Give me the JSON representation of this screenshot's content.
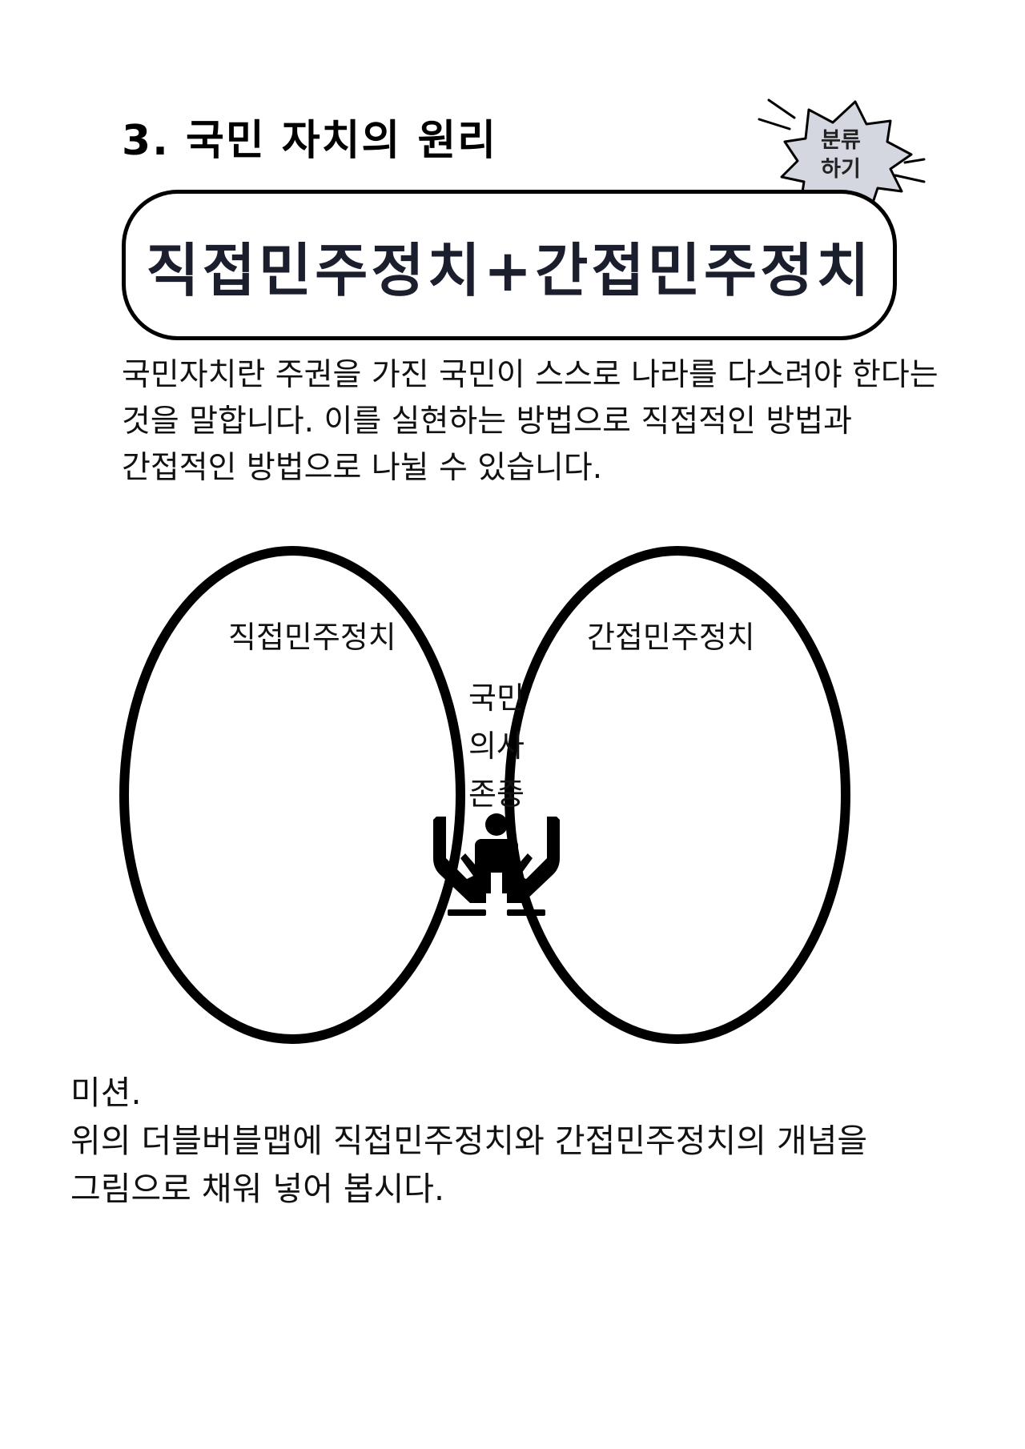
{
  "header": {
    "section_title": "3.  국민 자치의 원리",
    "badge_label": "분류\n하기"
  },
  "banner": {
    "text": "직접민주정치+간접민주정치"
  },
  "intro": {
    "lines": [
      "국민자치란 주권을 가진 국민이 스스로 나라를 다스려야 한다는",
      "것을 말합니다. 이를 실현하는 방법으로 직접적인 방법과",
      "간접적인 방법으로 나뉠 수 있습니다."
    ]
  },
  "venn": {
    "left_label": "직접민주정치",
    "right_label": "간접민주정치",
    "center_lines": [
      "국민",
      "의사",
      "존중"
    ],
    "center_icon": "hands-holding-person-icon"
  },
  "mission": {
    "lines": [
      "미션.",
      "위의 더블버블맵에 직접민주정치와 간접민주정치의 개념을",
      "그림으로 채워 넣어 봅시다."
    ]
  },
  "colors": {
    "badge_fill": "#d4d7e0",
    "banner_text": "#1b1e2c",
    "stroke": "#000000"
  }
}
